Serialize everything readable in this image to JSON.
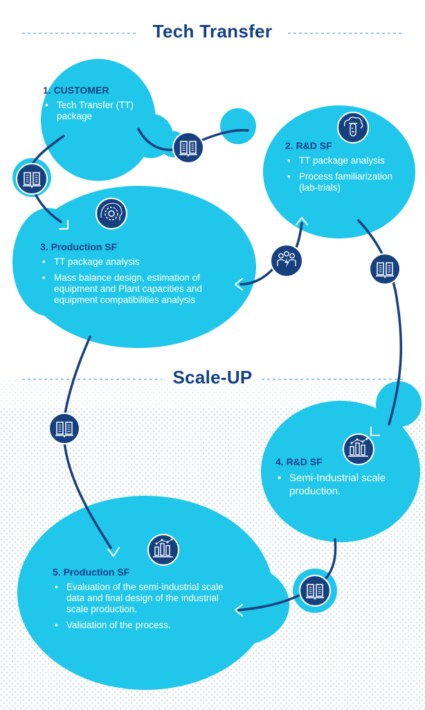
{
  "headings": {
    "top": "Tech Transfer",
    "bottom": "Scale-UP"
  },
  "colors": {
    "bubble": "#20c7ea",
    "navy": "#133f86",
    "link": "#17407f",
    "dots": "#bcd9ee",
    "dashed": "#4aa8de"
  },
  "steps": [
    {
      "title": "1. CUSTOMER",
      "bullets": [
        "Tech Transfer (TT) package"
      ]
    },
    {
      "title": "2. R&D SF",
      "icon": "test-tube-cloud-icon",
      "bullets": [
        "TT package analysis",
        "Process familiarization (lab-trials)"
      ]
    },
    {
      "title": "3. Production SF",
      "icon": "gear-head-icon",
      "bullets": [
        "TT package analysis",
        "Mass balance design, estimation of equipment and Plant capacities and equipment compatibilities analysis"
      ]
    },
    {
      "title": "4. R&D SF",
      "icon": "bar-chart-icon",
      "bullets": [
        "Semi-Industrial scale production."
      ]
    },
    {
      "title": "5. Production SF",
      "icon": "bar-chart-icon",
      "bullets": [
        "Evaluation of the semi-industrial scale data and final design of the industrial scale production.",
        "Validation of the process."
      ]
    }
  ],
  "connectors": [
    {
      "from": 1,
      "to": 2,
      "icon": "book-icon"
    },
    {
      "from": 1,
      "to": 3,
      "icon": "book-icon"
    },
    {
      "from": 2,
      "to": 3,
      "icon": "team-icon"
    },
    {
      "from": 2,
      "to": 4,
      "icon": "book-icon"
    },
    {
      "from": 3,
      "to": 5,
      "icon": "book-icon"
    },
    {
      "from": 4,
      "to": 5,
      "icon": "book-icon"
    }
  ]
}
